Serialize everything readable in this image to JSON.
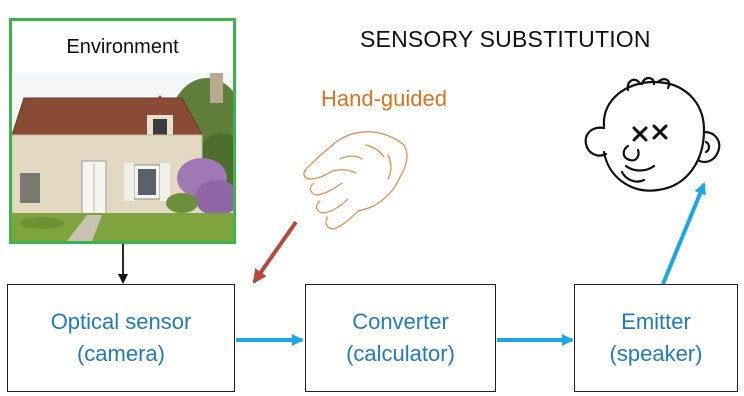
{
  "title": "SENSORY SUBSTITUTION",
  "environment": {
    "label": "Environment"
  },
  "hand_label": "Hand-guided",
  "boxes": {
    "sensor": {
      "line1": "Optical sensor",
      "line2": "(camera)"
    },
    "converter": {
      "line1": "Converter",
      "line2": "(calculator)"
    },
    "emitter": {
      "line1": "Emitter",
      "line2": "(speaker)"
    }
  },
  "colors": {
    "frame_green": "#3cb44b",
    "box_text_blue": "#1f7ac2",
    "arrow_blue": "#1aa7e6",
    "arrow_red": "#b54a3c",
    "hand_orange": "#d9731f"
  }
}
